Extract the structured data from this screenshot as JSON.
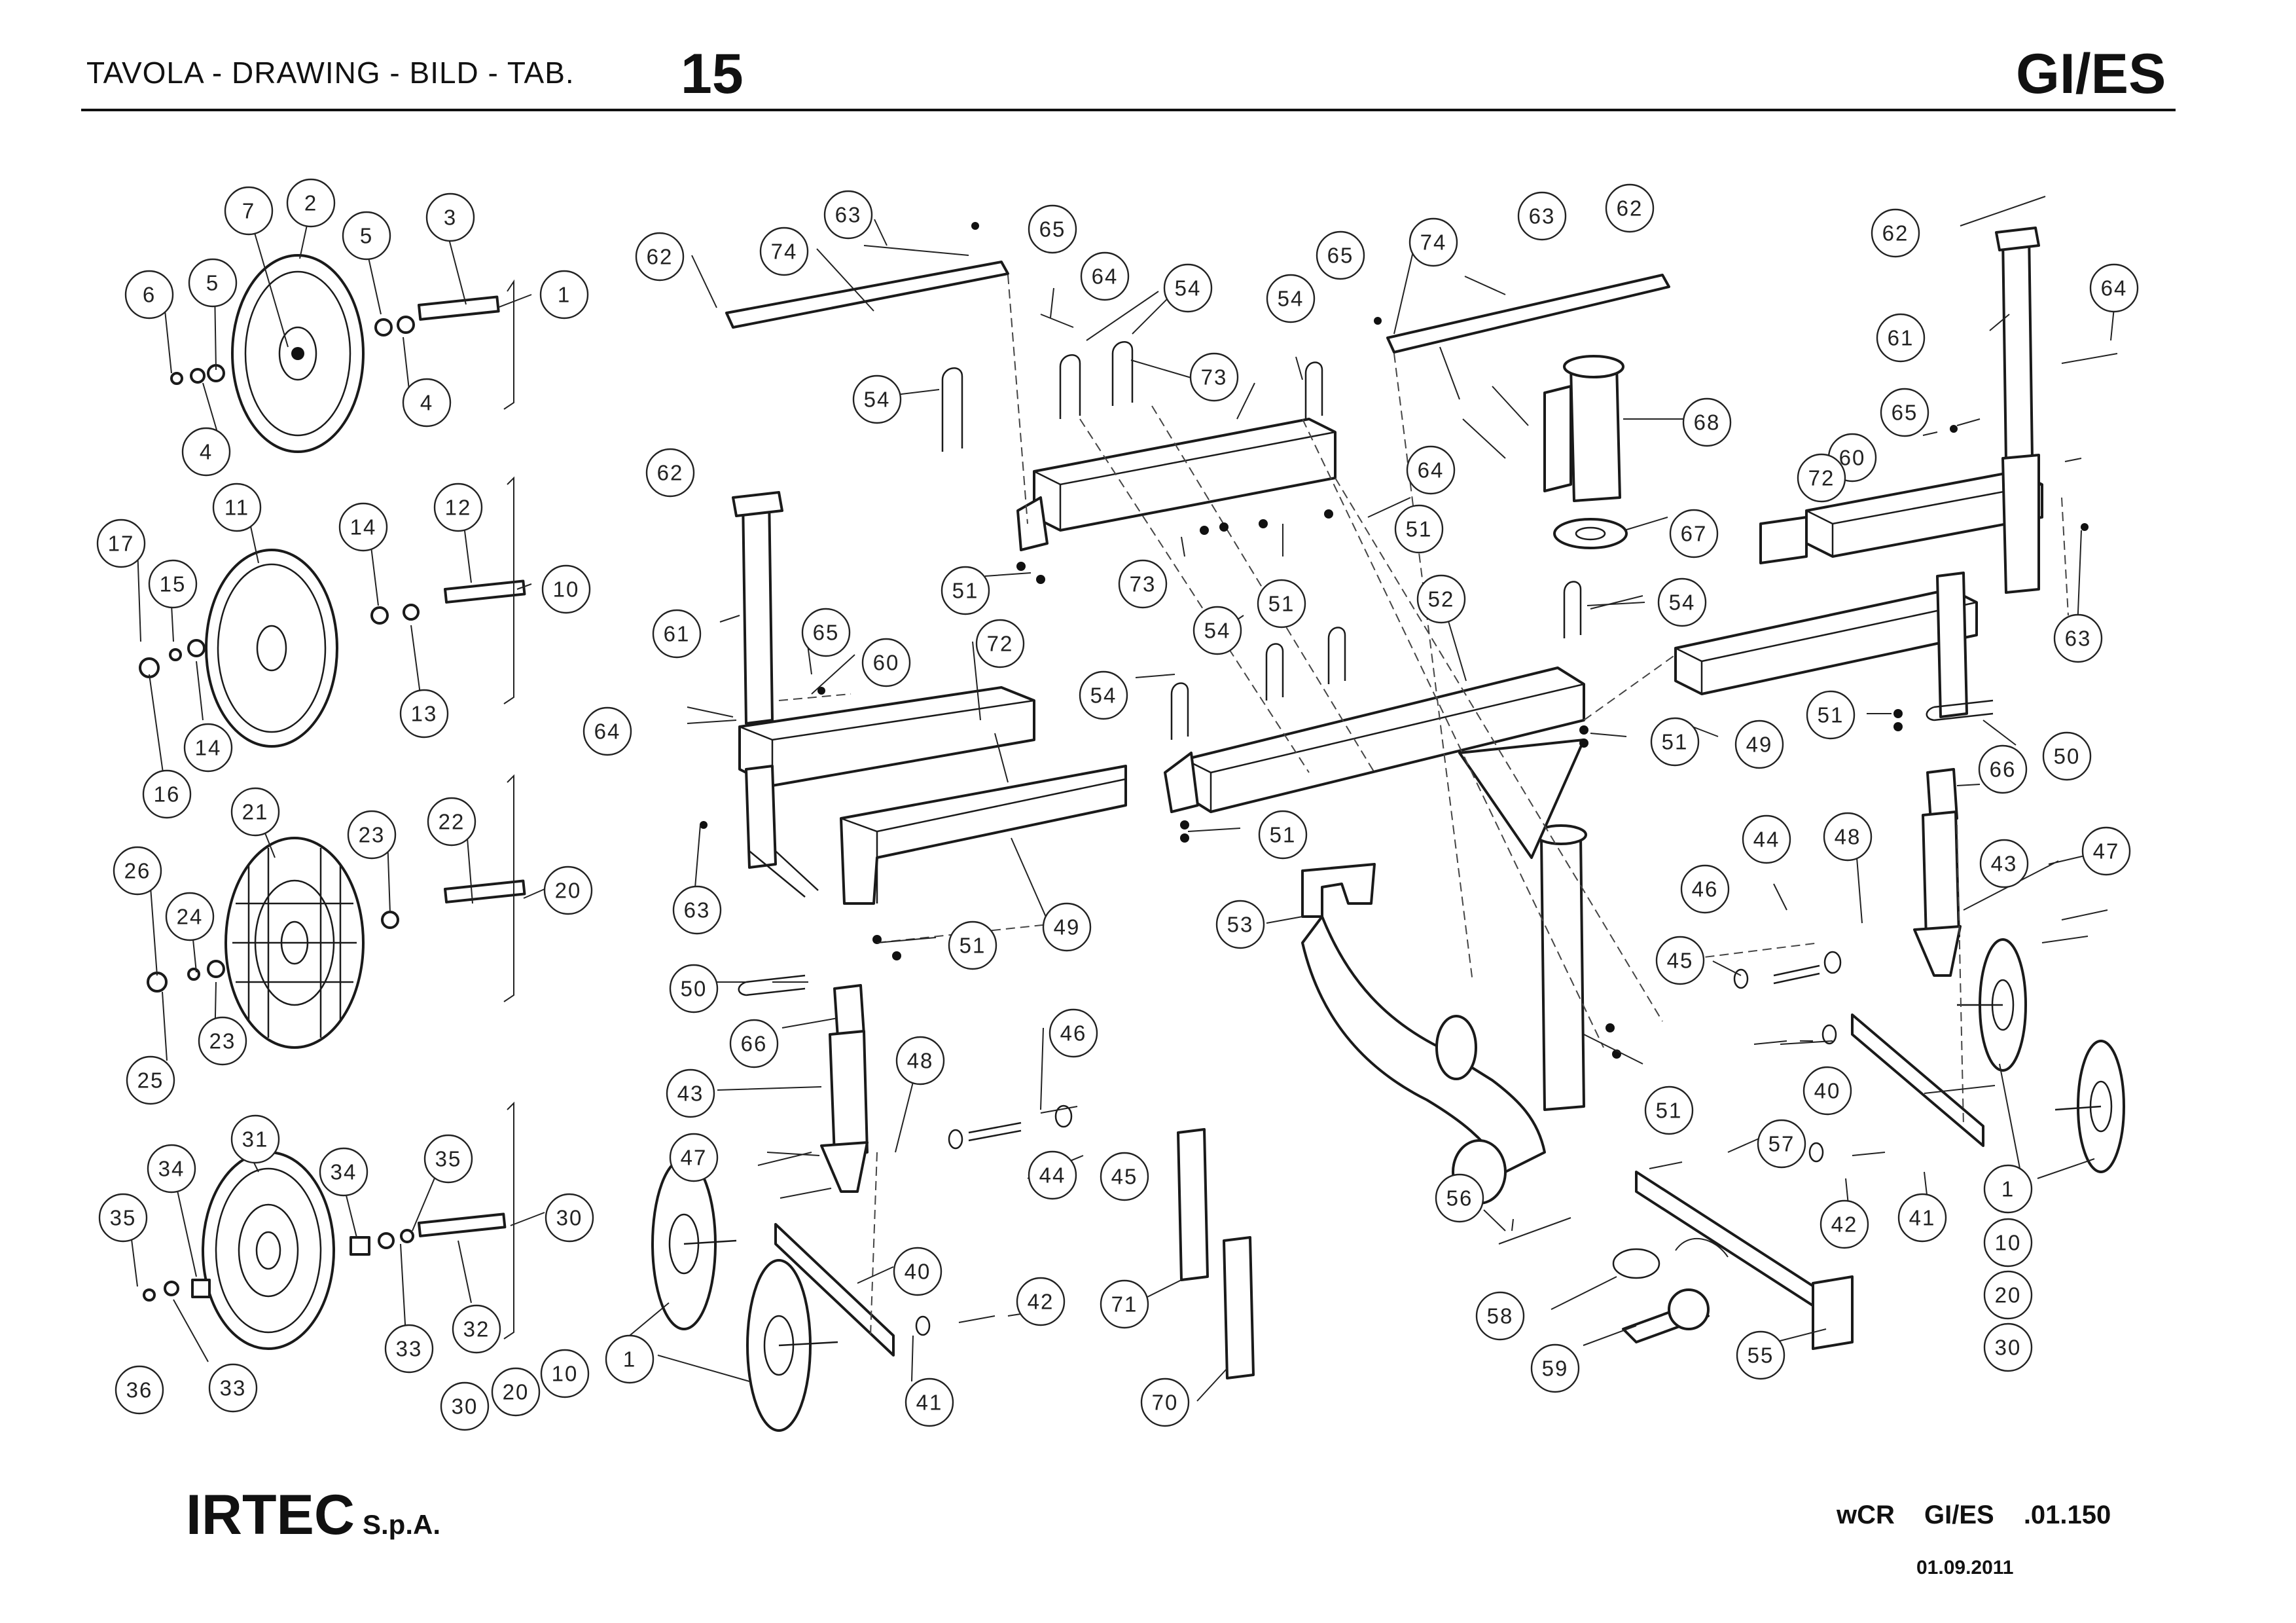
{
  "header": {
    "label": "TAVOLA - DRAWING - BILD - TAB.",
    "table_number": "15",
    "model_code": "GI/ES"
  },
  "footer": {
    "company": "IRTEC",
    "company_suffix": "S.p.A.",
    "document_code": "wCR GI/ES .01.150",
    "date": "01.09.2011"
  },
  "callouts": [
    "1",
    "2",
    "3",
    "4",
    "5",
    "6",
    "7",
    "10",
    "11",
    "12",
    "13",
    "14",
    "15",
    "16",
    "17",
    "20",
    "21",
    "22",
    "23",
    "24",
    "25",
    "26",
    "30",
    "31",
    "32",
    "33",
    "34",
    "35",
    "36",
    "40",
    "41",
    "42",
    "43",
    "44",
    "45",
    "46",
    "47",
    "48",
    "49",
    "50",
    "51",
    "52",
    "53",
    "54",
    "55",
    "56",
    "57",
    "58",
    "59",
    "60",
    "61",
    "62",
    "63",
    "64",
    "65",
    "66",
    "67",
    "68",
    "70",
    "71",
    "72",
    "73",
    "74"
  ]
}
